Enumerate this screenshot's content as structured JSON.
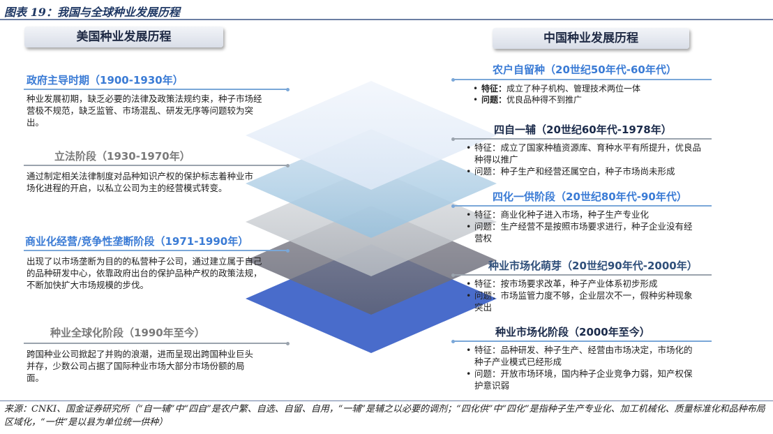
{
  "figure_title": "图表 19：我国与全球种业发展历程",
  "left_header": "美国种业发展历程",
  "right_header": "中国种业发展历程",
  "us_stages": [
    {
      "title": "政府主导时期（1900-1930年）",
      "desc": "种业发展初期，缺乏必要的法律及政策法规约束，种子市场经营极不规范，缺乏监管、市场混乱、研发无序等问题较为突出。"
    },
    {
      "title": "立法阶段（1930-1970年）",
      "desc": "通过制定相关法律制度对品种知识产权的保护标志着种业市场化进程的开启，以私立公司为主的经营模式转变。"
    },
    {
      "title": "商业化经营/竞争性垄断阶段（1971-1990年）",
      "desc": "出现了以市场垄断为目的的私营种子公司，通过建立属于自己的品种研发中心，依靠政府出台的保护品种产权的政策法规，不断加快扩大市场规模的步伐。"
    },
    {
      "title": "种业全球化阶段（1990年至今）",
      "desc": "跨国种业公司掀起了并购的浪潮，进而呈现出跨国种业巨头并存，少数公司占据了国际种业市场大部分市场份额的局面。"
    }
  ],
  "cn_stages": [
    {
      "title": "农户自留种（20世纪50年代-60年代）",
      "b1_label": "特征：",
      "b1": "成立了种子机构、管理技术两位一体",
      "b2_label": "问题：",
      "b2": "优良品种得不到推广"
    },
    {
      "title": "四自一辅（20世纪60年代-1978年）",
      "b1": "特征：成立了国家种植资源库、育种水平有所提升，优良品种得以推广",
      "b2": "问题：种子生产和经营还属空白，种子市场尚未形成"
    },
    {
      "title": "四化一供阶段（20世纪80年代-90年代）",
      "b1": "特征：商业化种子进入市场，种子生产专业化",
      "b2": "问题：生产经营不是按照市场要求进行，种子企业没有经营权"
    },
    {
      "title": "种业市场化萌芽（20世纪90年代-2000年）",
      "b1": "特征：按市场要求改革，种子产业体系初步形成",
      "b2": "问题：市场监管力度不够，企业层次不一，假种劣种现象突出"
    },
    {
      "title": "种业市场化阶段（2000年至今）",
      "b1": "特征：品种研发、种子生产、经营由市场决定，市场化的种子产业模式已经形成",
      "b2": "问题：开放市场环境，国内种子企业竞争力弱，知产权保护意识弱"
    }
  ],
  "source": "来源：CNKI、国金证券研究所（“自一辅”中“四自”是农户繁、自选、自留、自用，“一辅”是辅之以必要的调剂；“四化供”中“四化”是指种子生产专业化、加工机械化、质量标准化和品种布局区域化，“一供”是以县为单位统一供种）",
  "colors": {
    "accent": "#3a7bd5",
    "title_navy": "#1f3864",
    "layer_bottom": "#3f64c8"
  }
}
